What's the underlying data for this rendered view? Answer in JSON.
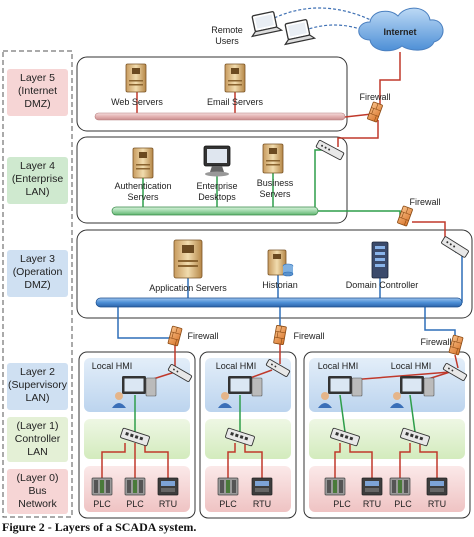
{
  "caption": "Figure 2 - Layers of a SCADA system.",
  "layers": [
    {
      "line1": "Layer 5",
      "line2": "(Internet",
      "line3": "DMZ)",
      "color": "#f6d5d5"
    },
    {
      "line1": "Layer 4",
      "line2": "(Enterprise",
      "line3": "LAN)",
      "color": "#cfe9cf"
    },
    {
      "line1": "Layer 3",
      "line2": "(Operation",
      "line3": "DMZ)",
      "color": "#cfe0f2"
    },
    {
      "line1": "Layer 2",
      "line2": "(Supervisory",
      "line3": "LAN)",
      "color": "#cfe0f2"
    },
    {
      "line1": "(Layer 1)",
      "line2": "Controller",
      "line3": "LAN",
      "color": "#e4f0d6"
    },
    {
      "line1": "(Layer 0)",
      "line2": "Bus",
      "line3": "Network",
      "color": "#f6d5d5"
    }
  ],
  "labels": {
    "remote_users_1": "Remote",
    "remote_users_2": "Users",
    "internet": "Internet",
    "web_servers": "Web Servers",
    "email_servers": "Email Servers",
    "firewall": "Firewall",
    "auth_servers_1": "Authentication",
    "auth_servers_2": "Servers",
    "ent_desktops_1": "Enterprise",
    "ent_desktops_2": "Desktops",
    "business_servers_1": "Business",
    "business_servers_2": "Servers",
    "application_servers": "Application Servers",
    "historian": "Historian",
    "domain_controller": "Domain Controller",
    "local_hmi": "Local HMI",
    "plc": "PLC",
    "rtu": "RTU"
  },
  "colors": {
    "layer5_bus": "#d98a8a",
    "layer4_bus": "#3aa655",
    "layer3_bus": "#2f6fb8",
    "red_link": "#c0392b",
    "green_link": "#2e9e4a",
    "blue_link": "#2f6fb8"
  }
}
